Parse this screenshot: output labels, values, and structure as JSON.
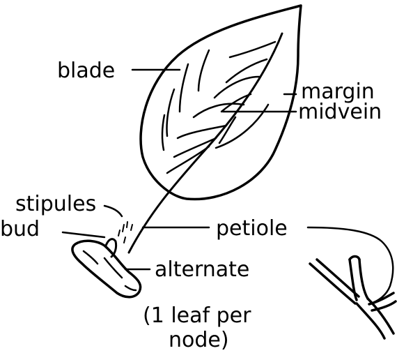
{
  "labels": {
    "blade": "blade",
    "margin": "margin",
    "midvein": "midvein",
    "stipules": "stipules",
    "bud": "bud",
    "petiole": "petiole",
    "alternate": "alternate",
    "note_line1": "(1 leaf per",
    "note_line2": "node)"
  },
  "colors": {
    "ink": "#000000",
    "background": "#ffffff"
  }
}
